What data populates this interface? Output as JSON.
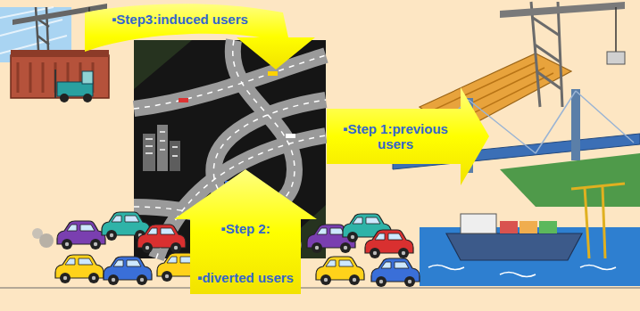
{
  "diagram": {
    "nodes": [
      {
        "text": [
          "▪Step3:induced users"
        ]
      },
      {
        "text": [
          "▪Step 1:previous users"
        ]
      },
      {
        "text": [
          "▪Step 2:",
          "▪diverted users"
        ]
      }
    ]
  }
}
